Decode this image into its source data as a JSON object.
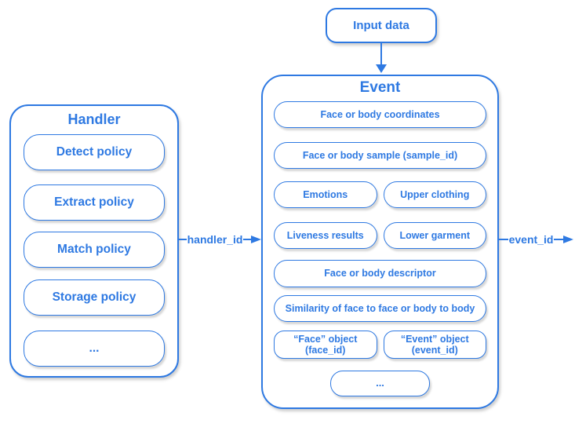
{
  "colors": {
    "accent": "#2e79e2",
    "background": "#ffffff"
  },
  "input_node": {
    "label": "Input data"
  },
  "handler": {
    "title": "Handler",
    "items": [
      {
        "label": "Detect policy"
      },
      {
        "label": "Extract policy"
      },
      {
        "label": "Match policy"
      },
      {
        "label": "Storage policy"
      },
      {
        "label": "..."
      }
    ]
  },
  "event": {
    "title": "Event",
    "items": [
      {
        "label": "Face or body coordinates"
      },
      {
        "label": "Face or body sample (sample_id)"
      },
      {
        "label": "Emotions"
      },
      {
        "label": "Upper clothing"
      },
      {
        "label": "Liveness results"
      },
      {
        "label": "Lower garment"
      },
      {
        "label": "Face or body descriptor"
      },
      {
        "label": "Similarity of face to face or body to body"
      },
      {
        "label": "“Face” object (face_id)"
      },
      {
        "label": "“Event” object (event_id)"
      },
      {
        "label": "..."
      }
    ]
  },
  "connectors": {
    "handler_to_event_label": "handler_id",
    "event_output_label": "event_id"
  }
}
